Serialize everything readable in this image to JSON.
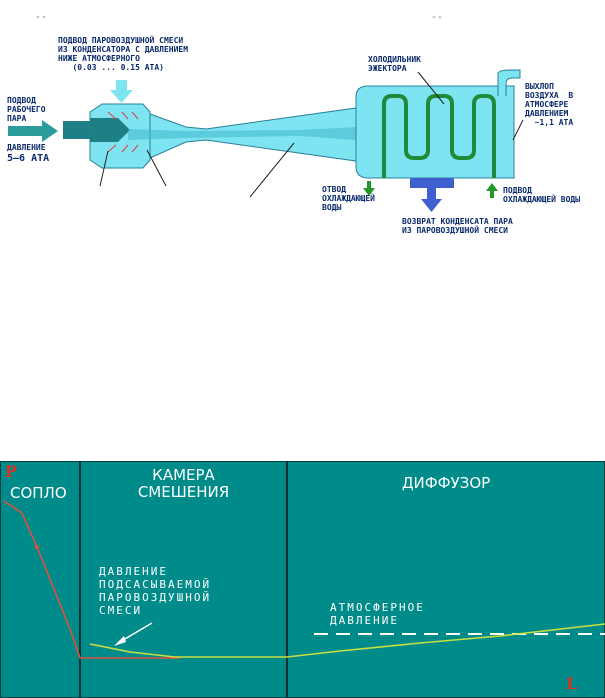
{
  "top_diagram": {
    "labels": {
      "suction_feed": "подвод паровоздушной смеси\nиз конденсатора с давлением\nниже атмосферного\n   (0.03 ... 0.15 ата)",
      "working_steam": "подвод\nрабочего\nпара",
      "pressure_label": "давление",
      "pressure_value": "5—6 ата",
      "cooler": "холодильник\nэжектора",
      "air_exhaust": "выхлоп\nвоздуха  в\nатмосфере\nдавлением\n  ~1,1 ата",
      "cooling_water_out": "отвод\nохлаждающей\nводы",
      "cooling_water_in": "подвод\nохлаждающей воды",
      "condensate_return": "возврат конденсата пара\nиз паровоздушной смеси"
    },
    "colors": {
      "body": "#7fe4f2",
      "coil": "#1f8a3a",
      "arrow_steam": "#2a9c9c",
      "arrow_suction": "#7fe4f2",
      "arrow_condensate": "#4060d0",
      "arrow_water": "#1f9a2a"
    }
  },
  "bottom_panel": {
    "axis_p": "P",
    "axis_l": "L",
    "section_nozzle": "СОПЛО",
    "section_mixing": "КАМЕРА\nСМЕШЕНИЯ",
    "section_diffuser": "ДИФФУЗОР",
    "note_suction": "ДАВЛЕНИЕ\nПОДСАСЫВАЕМОЙ\nПАРОВОЗДУШНОЙ\nСМЕСИ",
    "note_atm": "АТМОСФЕРНОЕ\nДАВЛЕНИЕ",
    "colors": {
      "background": "#008b8b",
      "steam_curve": "#e0503a",
      "mix_curve": "#c8e040",
      "text": "#ffffff"
    }
  }
}
